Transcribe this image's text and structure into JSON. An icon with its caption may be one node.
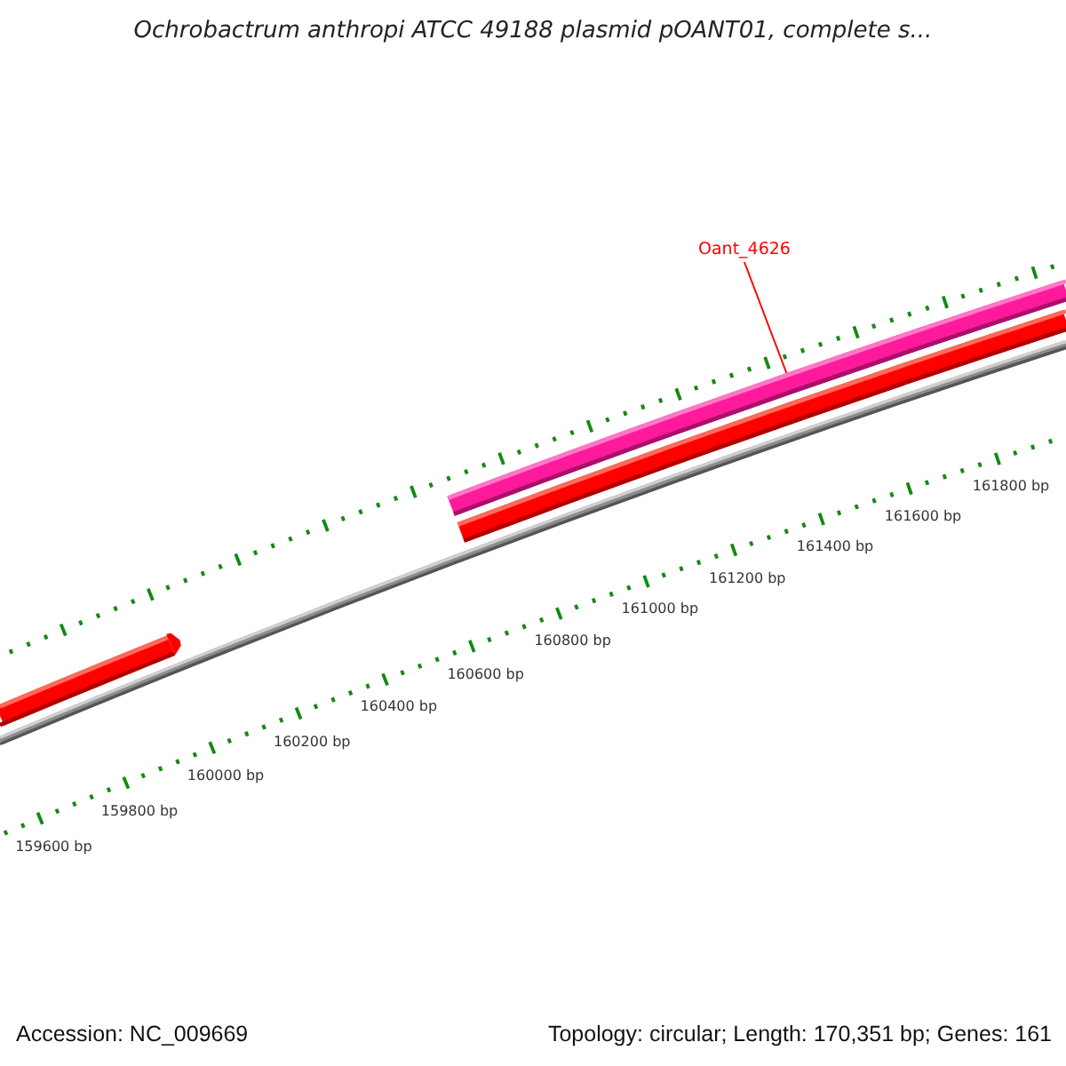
{
  "diagram": {
    "title": "Ochrobactrum anthropi ATCC 49188 plasmid pOANT01, complete s...",
    "nodes": [
      {
        "text": [
          "Oant_4626"
        ]
      },
      {
        "text": [],
        "shape": "bar"
      }
    ],
    "edges": [
      {
        "from": 0,
        "to": 1,
        "arrow": "none",
        "color": "#ff0000"
      }
    ],
    "labels": [
      "159600 bp",
      "159800 bp",
      "160000 bp",
      "160200 bp",
      "160400 bp",
      "160600 bp",
      "160800 bp",
      "161000 bp",
      "161200 bp",
      "161400 bp",
      "161600 bp",
      "161800 bp",
      "Accession: NC_009669",
      "Topology: circular; Length: 170,351 bp; Genes: 161"
    ]
  }
}
